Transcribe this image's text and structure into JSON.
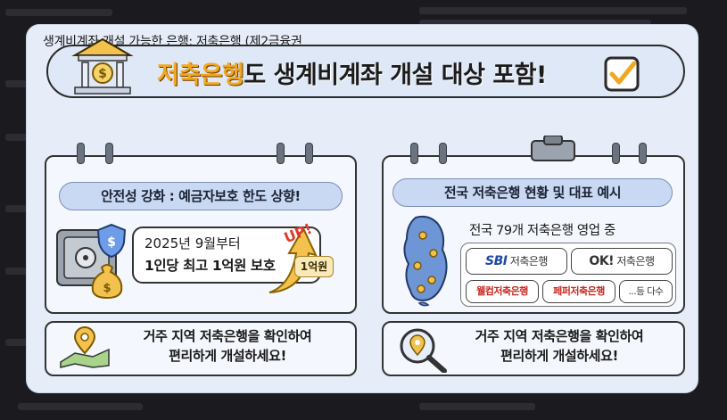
{
  "card": {
    "title": "생계비계좌 개설 가능한 은행: 저축은행 (제2금융권",
    "bg_color": "#e6edf8"
  },
  "banner": {
    "highlight": "저축은행",
    "rest": "도 생계비계좌 개설 대상 포함!",
    "icons": [
      "bank-building-icon",
      "checkbox-check-icon"
    ],
    "highlight_color": "#f0a820"
  },
  "left_panel": {
    "heading": "안전성 강화 : 예금자보호 한도 상향!",
    "line1": "2025년 9월부터",
    "line2": "1인당 최고 1억원 보호",
    "amount_tag": "1억원",
    "up_label": "UP!",
    "icons": [
      "safe-icon",
      "shield-dollar-icon",
      "money-bag-icon",
      "up-arrow-icon"
    ],
    "note": [
      "거주 지역 저축은행을 확인하여",
      "편리하게 개설하세요!"
    ],
    "note_icon": "map-pin-icon"
  },
  "right_panel": {
    "heading": "전국 저축은행 현황 및 대표 예시",
    "count_text": "전국 79개 저축은행 영업 중",
    "banks": {
      "sbi_logo": "SBI",
      "sbi_name": "저축은행",
      "ok_logo": "OK!",
      "ok_name": "저축은행",
      "welcome": "웰컴저축은행",
      "pepper": "페퍼저축은행",
      "more": "...등 다수"
    },
    "icons": [
      "korea-map-icon",
      "magnifier-pin-icon"
    ],
    "note": [
      "거주 지역 저축은행을 확인하여",
      "편리하게 개설하세요!"
    ]
  }
}
